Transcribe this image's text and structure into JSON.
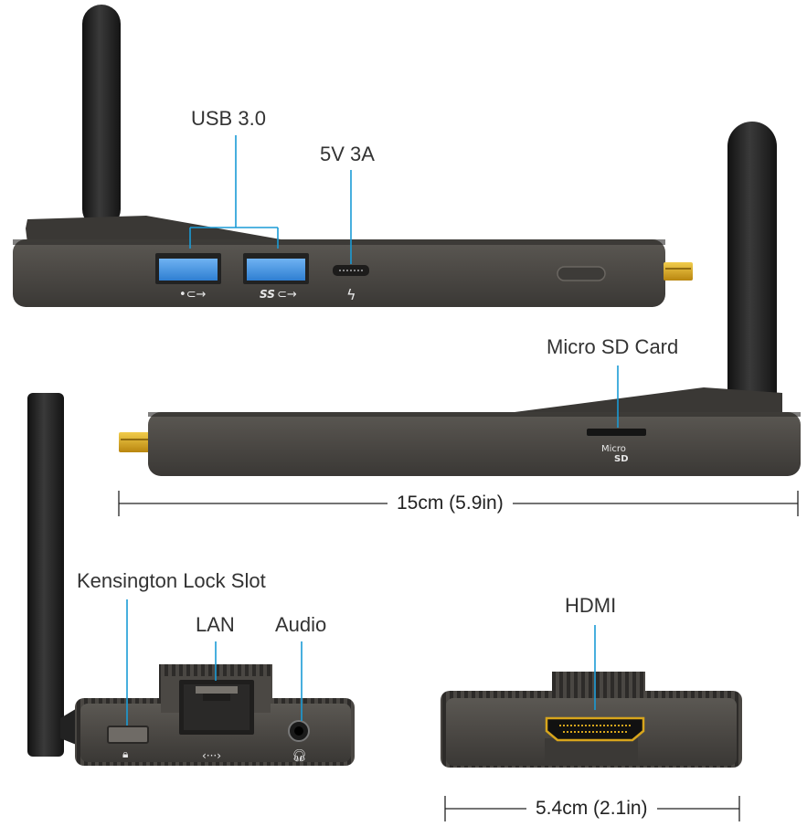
{
  "image": {
    "subject": "mini PC stick",
    "labels": {
      "usb": "USB 3.0",
      "power": "5V 3A",
      "microsd": "Micro SD Card",
      "kensington": "Kensington Lock Slot",
      "lan": "LAN",
      "audio": "Audio",
      "hdmi": "HDMI"
    },
    "device_markings": {
      "microsd_line1": "Micro",
      "microsd_line2": "SD",
      "usb3_mark": "SS"
    },
    "dimensions": {
      "length": "15cm (5.9in)",
      "width": "5.4cm (2.1in)"
    },
    "colors": {
      "body": "#4b4844",
      "body_dark": "#2f2d2b",
      "antenna": "#1c1c1c",
      "usb_port": "#3f8fe0",
      "connector_gold": "#d7a51c",
      "callout_line": "#1a9bd6"
    }
  }
}
